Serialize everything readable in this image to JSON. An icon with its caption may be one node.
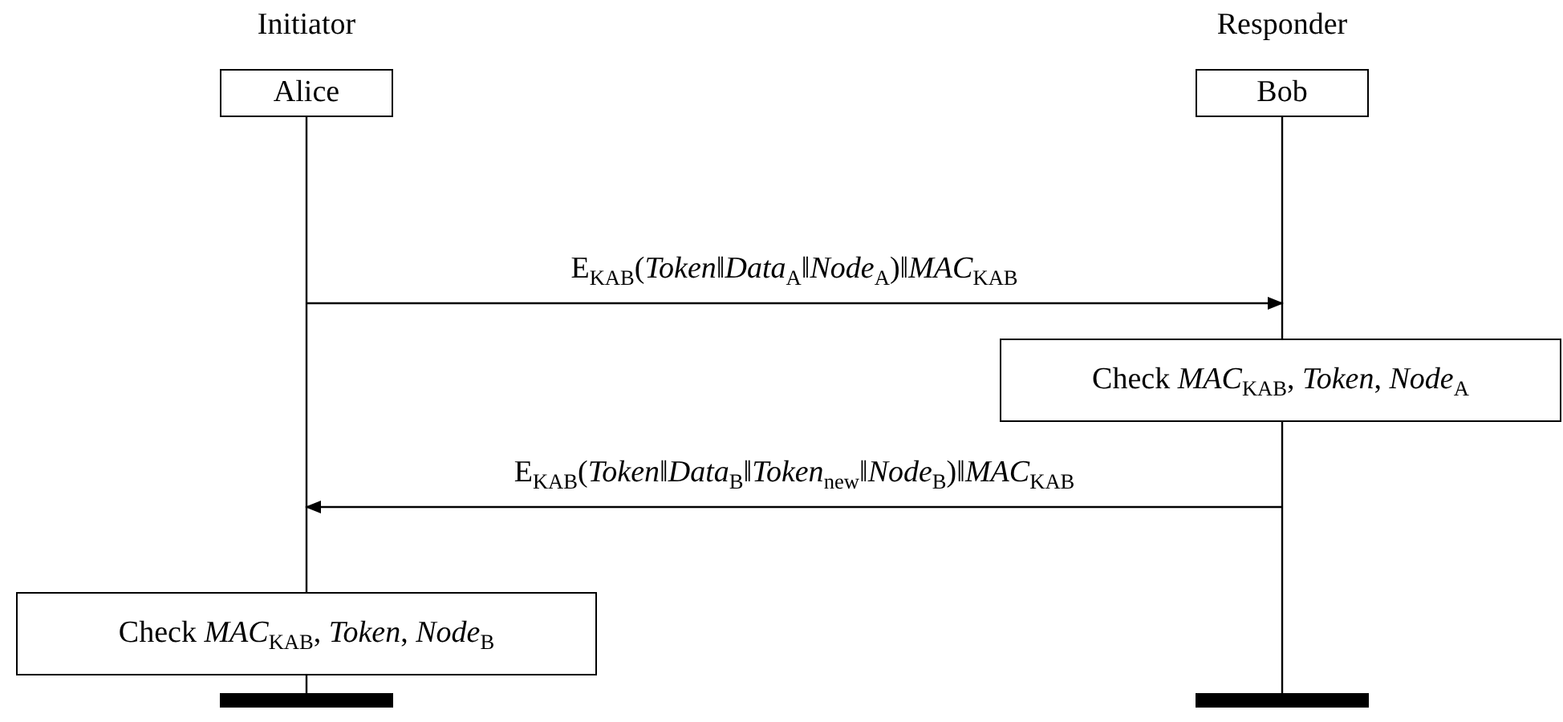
{
  "diagram": {
    "nodes": [
      {
        "text": [
          "Initiator",
          "Alice"
        ]
      },
      {
        "text": [
          "Responder",
          "Bob"
        ]
      },
      {
        "text": [
          "Check *MAC*$_{KAB}$, *Token*, *Node*$_{A}$"
        ]
      },
      {
        "text": [
          "Check *MAC*$_{KAB}$, *Token*, *Node*$_{B}$"
        ]
      }
    ],
    "edges": [
      {
        "from": 0,
        "to": 1,
        "arrow": "to",
        "label": "E$_{KAB}$(*Token*‖*Data*$_{A}$‖*Node*$_{A}$)‖*MAC*$_{KAB}$"
      },
      {
        "from": 1,
        "to": 0,
        "arrow": "to",
        "label": "E$_{KAB}$(*Token*‖*Data*$_{B}$‖*Token*$_{new}$‖*Node*$_{B}$)‖*MAC*$_{KAB}$"
      }
    ]
  }
}
